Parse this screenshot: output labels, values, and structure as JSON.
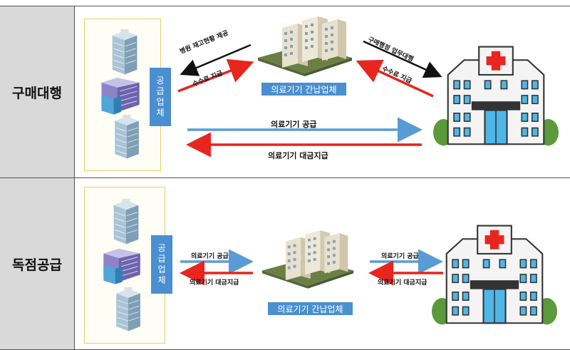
{
  "rows": [
    {
      "label": "구매대행",
      "vendor_tag": "공급업체",
      "intermediary": "의료기기 간납업체",
      "flows": {
        "hospital_stock_info": "병원 재고현황 제공",
        "fee_payment_left": "수수료 지급",
        "purchase_admin": "구매행정 업무대행",
        "fee_payment_right": "수수료 지급",
        "device_supply": "의료기기 공급",
        "device_payment": "의료기기 대금지급"
      }
    },
    {
      "label": "독점공급",
      "vendor_tag": "공급업체",
      "intermediary": "의료기기 간납업체",
      "flows": {
        "supply_left": "의료기기 공급",
        "payment_left": "의료기기 대금지급",
        "supply_right": "의료기기 공급",
        "payment_right": "의료기기 대금지급"
      }
    }
  ],
  "colors": {
    "supply_arrow": "#5b9bd5",
    "payment_arrow": "#e8251f",
    "info_arrow": "#111111",
    "label_bg": "#4a8fd0",
    "row_header_bg": "#d9d9d9"
  },
  "icons": {
    "supplier_buildings": "office-building-icon",
    "intermediary_building": "apartment-building-icon",
    "hospital": "hospital-icon"
  }
}
